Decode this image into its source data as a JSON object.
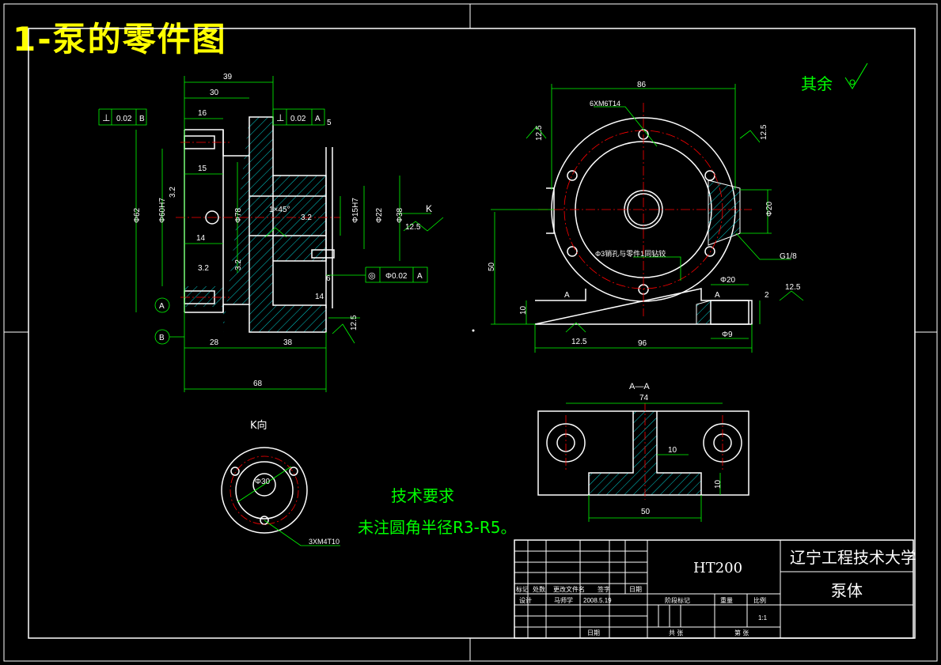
{
  "title": "1-泵的零件图",
  "roughness_note": "其余",
  "view_k_label": "K向",
  "section_label": "A—A",
  "tech_requirements": {
    "heading": "技术要求",
    "line1": "未注圆角半径R3-R5。"
  },
  "front_view": {
    "dims": [
      "39",
      "30",
      "16",
      "15",
      "14",
      "28",
      "38",
      "68",
      "5",
      "6",
      "14",
      "1×45°",
      "3.2",
      "3.2",
      "3.2",
      "3.2",
      "Φ62",
      "Φ60H7",
      "Φ78",
      "Φ15H7",
      "Φ22",
      "Φ38",
      "12.5",
      "12.5",
      "K"
    ],
    "gdt": [
      {
        "symbol": "⊥",
        "value": "0.02",
        "datum": "B"
      },
      {
        "symbol": "⊥",
        "value": "0.02",
        "datum": "A"
      },
      {
        "symbol": "◎",
        "value": "Φ0.02",
        "datum": "A"
      }
    ],
    "datums": [
      "A",
      "B"
    ]
  },
  "side_view": {
    "dims": [
      "86",
      "6XM6T14",
      "12.5",
      "12.5",
      "Φ20",
      "G1/8",
      "50",
      "10",
      "96",
      "12.5",
      "Φ20",
      "2",
      "12.5",
      "Φ9",
      "Φ3销孔与零件1同钻铰",
      "A",
      "A"
    ]
  },
  "k_view": {
    "dims": [
      "Φ30",
      "3XM4T10"
    ]
  },
  "section_view": {
    "dims": [
      "74",
      "10",
      "10",
      "50"
    ]
  },
  "title_block": {
    "material": "HT200",
    "university": "辽宁工程技术大学",
    "part_name": "泵体",
    "header_row": [
      "标记",
      "处数",
      "更改文件名",
      "签字",
      "日期"
    ],
    "designer_label": "设计",
    "designer_name": "马师学",
    "design_date": "2008.5.19",
    "stage_label": "阶段标记",
    "weight_label": "重量",
    "scale_label": "比例",
    "scale_value": "1:1",
    "sheets_total": "共 张",
    "sheet_no": "第 张",
    "date_label": "日期"
  },
  "colors": {
    "background": "#000000",
    "outline": "#ffffff",
    "dimension": "#00ff00",
    "centerline": "#ff0000",
    "hatch": "#00ffff",
    "title": "#ffff00"
  }
}
